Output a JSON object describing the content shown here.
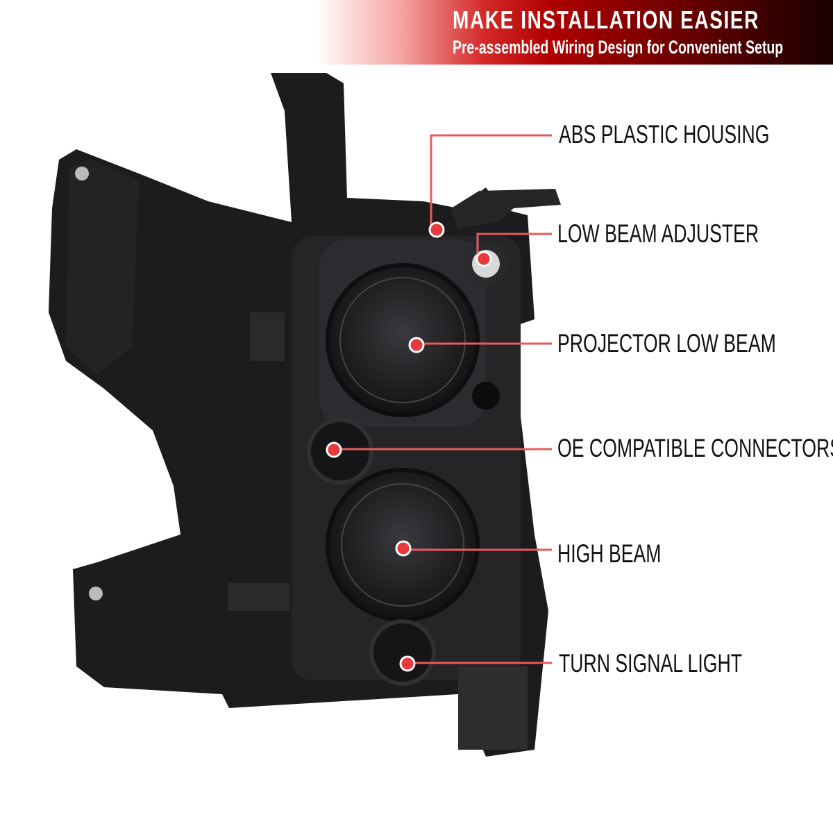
{
  "banner": {
    "title": "MAKE INSTALLATION EASIER",
    "subtitle": "Pre-assembled Wiring Design for Convenient Setup"
  },
  "callouts": [
    {
      "label": "ABS PLASTIC HOUSING"
    },
    {
      "label": "LOW BEAM ADJUSTER"
    },
    {
      "label": "PROJECTOR LOW BEAM"
    },
    {
      "label": "OE COMPATIBLE CONNECTORS"
    },
    {
      "label": "HIGH BEAM"
    },
    {
      "label": "TURN SIGNAL LIGHT"
    }
  ],
  "colors": {
    "accent": "#e8393c",
    "line": "#e85a5c",
    "housing": "#1c1c1e"
  }
}
